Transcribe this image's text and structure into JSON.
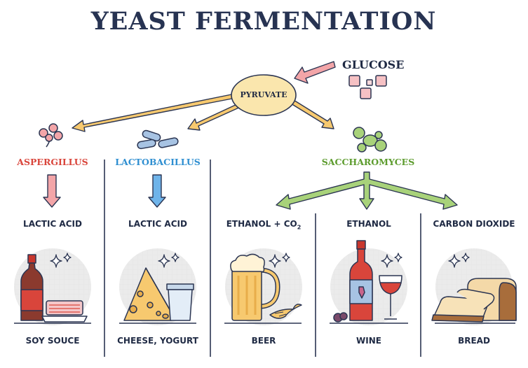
{
  "title": "YEAST FERMENTATION",
  "glucose_label": "GLUCOSE",
  "pyruvate_label": "PYRUVATE",
  "organisms": [
    {
      "label": "ASPERGILLUS",
      "color": "#d9453b"
    },
    {
      "label": "LACTOBACILLUS",
      "color": "#2f8fd1"
    },
    {
      "label": "SACCHAROMYCES",
      "color": "#5d9c2e"
    }
  ],
  "products": [
    {
      "label": "LACTIC ACID",
      "food": "SOY SOUCE"
    },
    {
      "label": "LACTIC ACID",
      "food": "CHEESE, YOGURT"
    },
    {
      "label": "ETHANOL + CO",
      "subscript": "2",
      "food": "BEER"
    },
    {
      "label": "ETHANOL",
      "food": "WINE"
    },
    {
      "label": "CARBON DIOXIDE",
      "food": "BREAD"
    }
  ],
  "colors": {
    "ink": "#2b3552",
    "pyruvate_fill": "#fae6ad",
    "arrow_orange": "#f7c96f",
    "arrow_pink": "#f3a5a8",
    "arrow_blue": "#6fb4ea",
    "arrow_green": "#a8d27a",
    "circle_bg": "#ebebeb"
  }
}
